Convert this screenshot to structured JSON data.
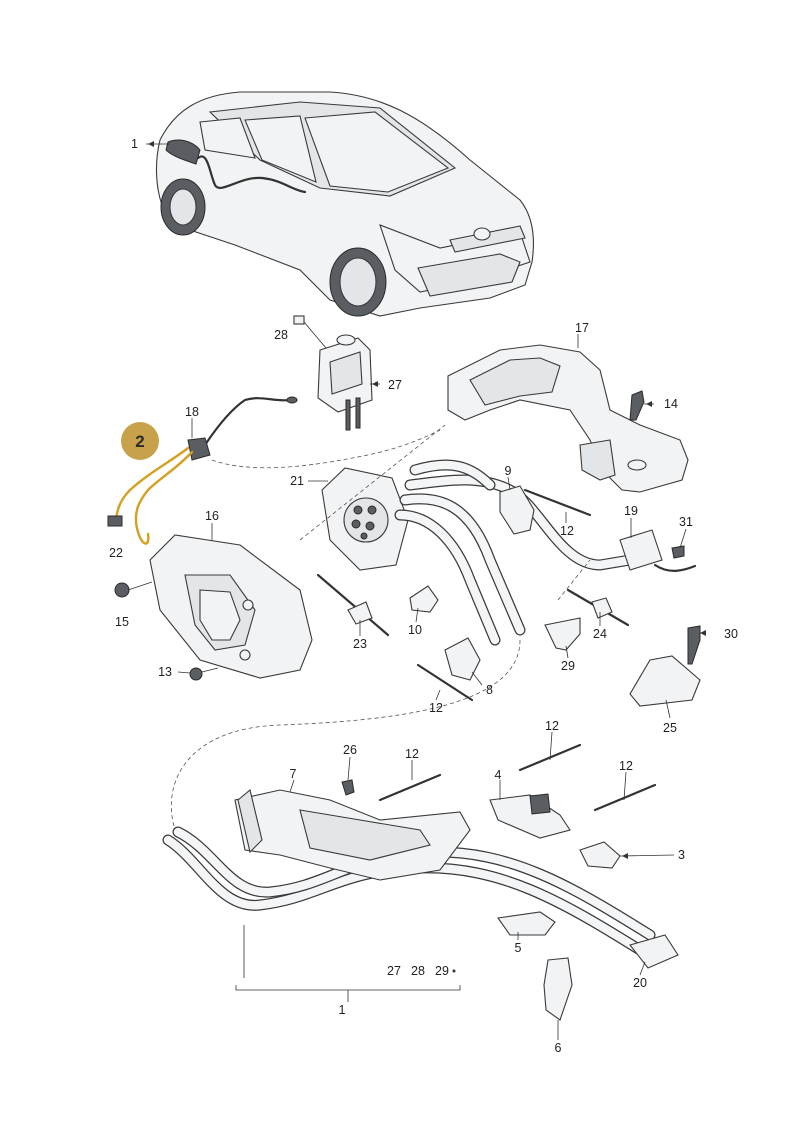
{
  "diagram": {
    "badge": {
      "label": "2",
      "color": "#c8a24a"
    },
    "highlight_color": "#d4a020",
    "labels": {
      "c1": "1",
      "c2": "1",
      "c3": "3",
      "c4": "4",
      "c5": "5",
      "c6": "6",
      "c7": "7",
      "c8": "8",
      "c9": "9",
      "c10": "10",
      "c12a": "12",
      "c12b": "12",
      "c12c": "12",
      "c12d": "12",
      "c12e": "12",
      "c13": "13",
      "c14": "14",
      "c15": "15",
      "c16": "16",
      "c17": "17",
      "c18": "18",
      "c19": "19",
      "c20": "20",
      "c21": "21",
      "c22": "22",
      "c23": "23",
      "c24": "24",
      "c25": "25",
      "c26": "26",
      "c27a": "27",
      "c27b": "27",
      "c28a": "28",
      "c28b": "28",
      "c29a": "29",
      "c29b": "29",
      "c30": "30",
      "c31": "31"
    }
  }
}
